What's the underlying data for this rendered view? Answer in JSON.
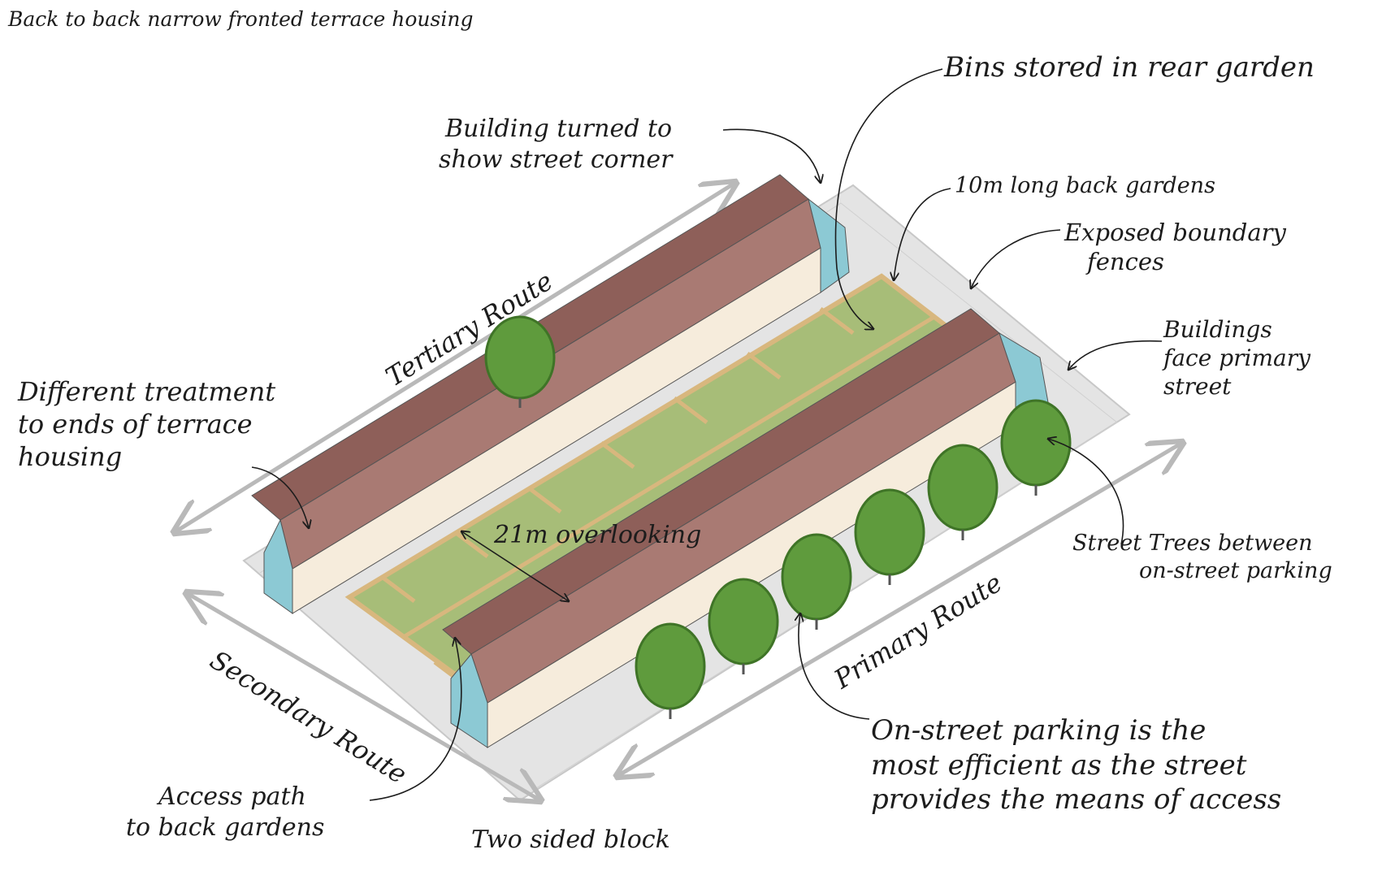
{
  "title": "Back to back narrow fronted terrace housing",
  "labels": {
    "bins": "Bins stored in rear garden",
    "building_turned_1": "Building turned to",
    "building_turned_2": "show street corner",
    "gardens": "10m long back gardens",
    "fences_1": "Exposed boundary",
    "fences_2": "fences",
    "face_1": "Buildings",
    "face_2": "face primary",
    "face_3": "street",
    "ends_1": "Different treatment",
    "ends_2": "to ends of terrace",
    "ends_3": "housing",
    "overlooking": "21m overlooking",
    "trees_1": "Street Trees between",
    "trees_2": "on-street parking",
    "parking_1": "On-street parking is the",
    "parking_2": "most efficient as the street",
    "parking_3": "provides the means of access",
    "access_1": "Access path",
    "access_2": "to back gardens",
    "block": "Two sided block"
  },
  "routes": {
    "tertiary": "Tertiary Route",
    "secondary": "Secondary Route",
    "primary": "Primary Route"
  },
  "colors": {
    "roof": "#a97a73",
    "roof_dark": "#8e5f59",
    "gable": "#8cc9d4",
    "wall": "#f6ecdc",
    "garden": "#a7bd78",
    "garden_dark": "#8aa35c",
    "fence": "#d8b77e",
    "ground": "#e2e2e2",
    "tree": "#5f9b3d",
    "tree_dark": "#3f7427",
    "dimension": "#b9b9b9",
    "ink": "#1c1c1c"
  }
}
